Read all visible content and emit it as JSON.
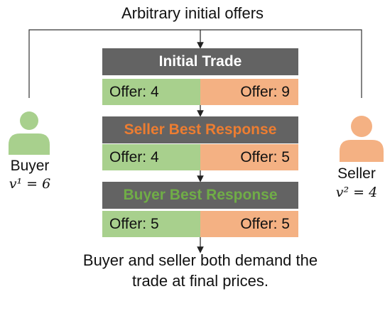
{
  "title": "Arbitrary initial offers",
  "buyer": {
    "label": "Buyer",
    "value_label": "v¹ = 6",
    "color": "#a8d08d"
  },
  "seller": {
    "label": "Seller",
    "value_label": "v² = 4",
    "color": "#f4b183"
  },
  "stages": [
    {
      "title": "Initial Trade",
      "title_color": "#ffffff",
      "buyer_offer": "Offer: 4",
      "seller_offer": "Offer: 9"
    },
    {
      "title": "Seller Best Response",
      "title_color": "#ed7d31",
      "buyer_offer": "Offer: 4",
      "seller_offer": "Offer: 5"
    },
    {
      "title": "Buyer Best Response",
      "title_color": "#70ad47",
      "buyer_offer": "Offer: 5",
      "seller_offer": "Offer: 5"
    }
  ],
  "conclusion": "Buyer and seller both demand the trade at final prices."
}
